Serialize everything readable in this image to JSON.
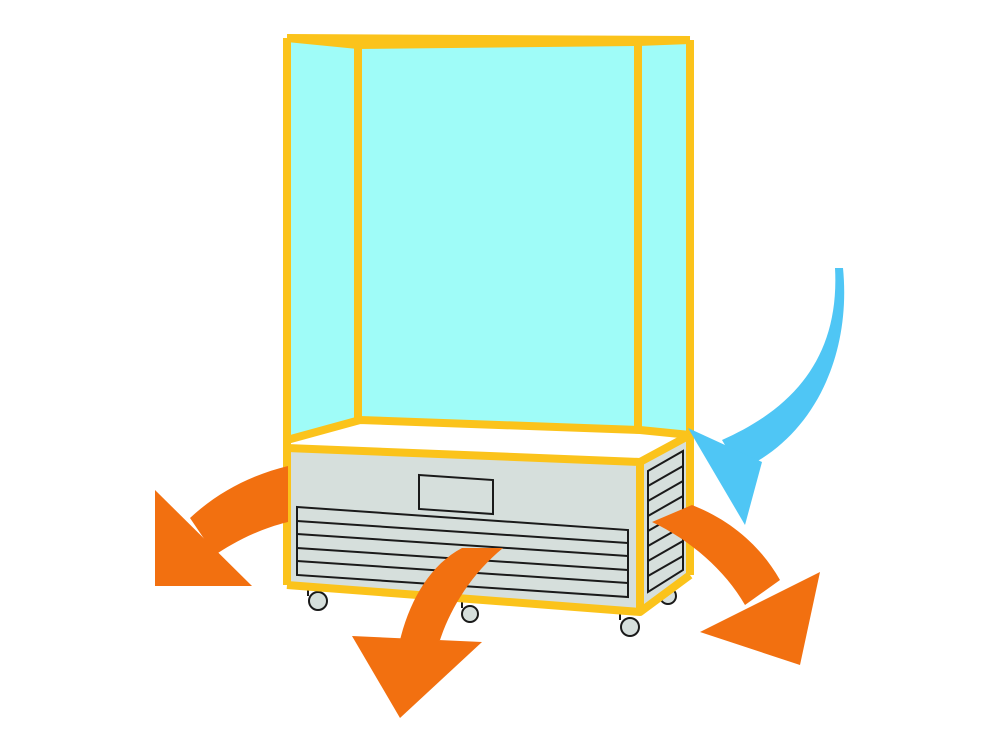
{
  "diagram": {
    "subject": "display-cabinet-airflow",
    "colors": {
      "frame": "#fbc31b",
      "glass": "#9ffcf8",
      "base": "#d6dfdc",
      "shelf": "#ffffff",
      "outflow_arrow": "#f27010",
      "inflow_arrow": "#4fc6f5",
      "outline": "#1a1a1a"
    },
    "arrows": [
      {
        "name": "intake-arrow",
        "direction": "in",
        "color": "#4fc6f5"
      },
      {
        "name": "exhaust-arrow-left",
        "direction": "out",
        "color": "#f27010"
      },
      {
        "name": "exhaust-arrow-front",
        "direction": "out",
        "color": "#f27010"
      },
      {
        "name": "exhaust-arrow-right",
        "direction": "out",
        "color": "#f27010"
      }
    ]
  }
}
